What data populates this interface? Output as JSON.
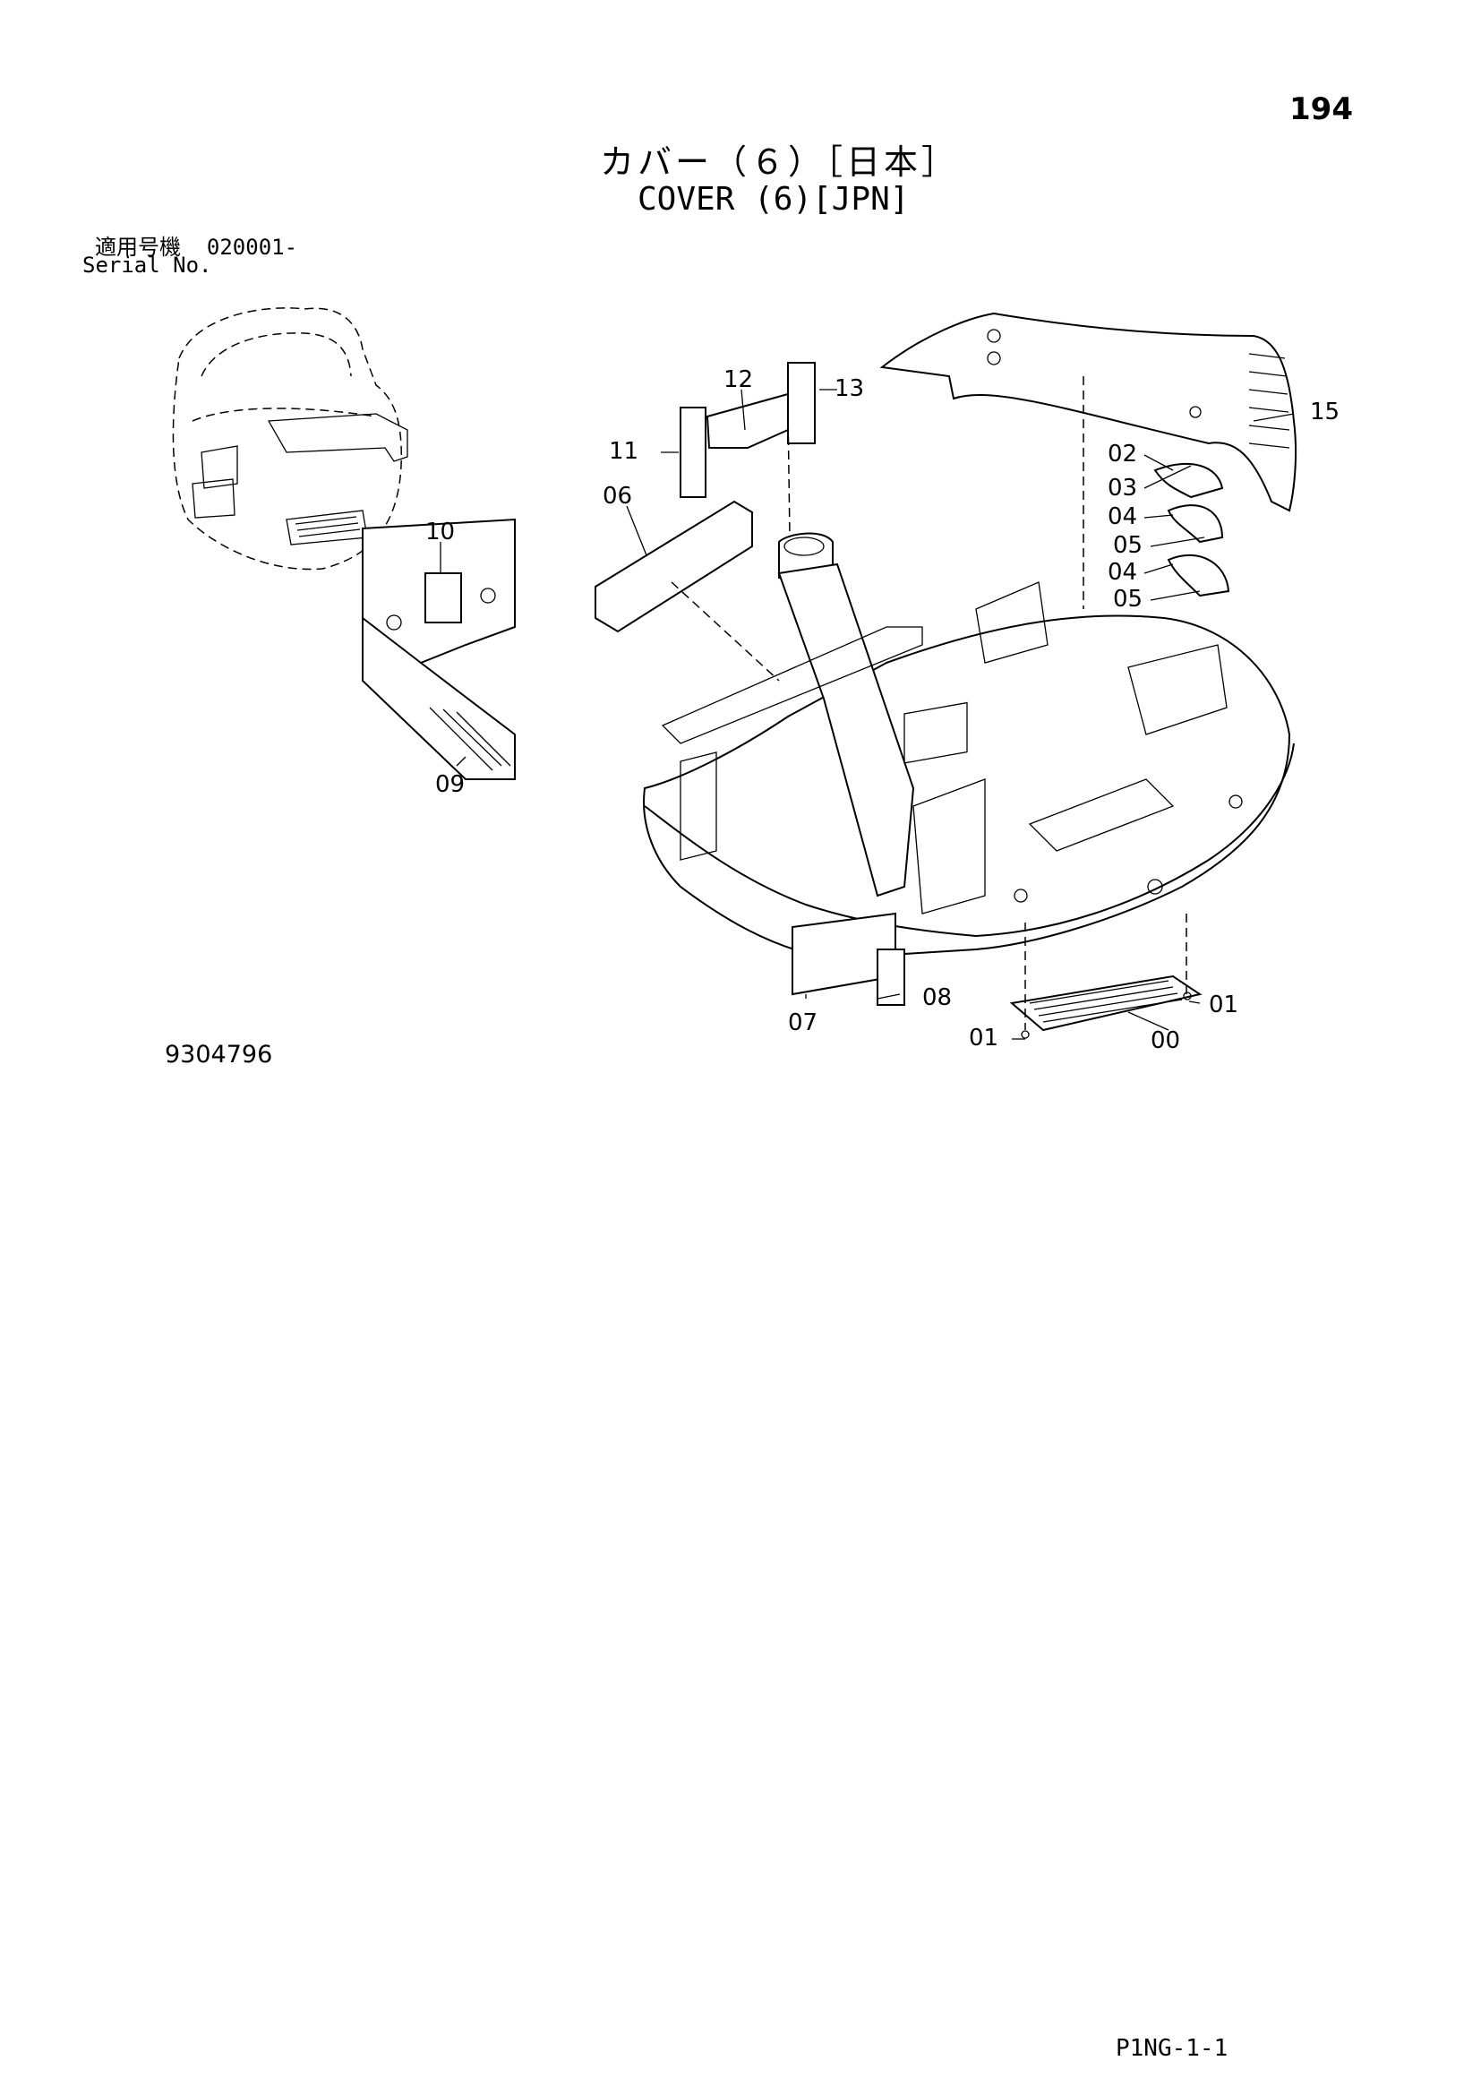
{
  "header": {
    "page_number": "194",
    "title_jp": "カバー（６）［日本］",
    "title_en": "COVER (6)[JPN]"
  },
  "serial": {
    "label_jp": "適用号機",
    "value": "020001-",
    "label_en": "Serial No."
  },
  "callouts": {
    "c00": "00",
    "c01a": "01",
    "c01b": "01",
    "c02": "02",
    "c03": "03",
    "c04a": "04",
    "c04b": "04",
    "c05a": "05",
    "c05b": "05",
    "c06": "06",
    "c07": "07",
    "c08": "08",
    "c09": "09",
    "c10": "10",
    "c11": "11",
    "c12": "12",
    "c13": "13",
    "c15": "15"
  },
  "footer": {
    "drawing_number": "9304796",
    "page_code": "P1NG-1-1"
  }
}
